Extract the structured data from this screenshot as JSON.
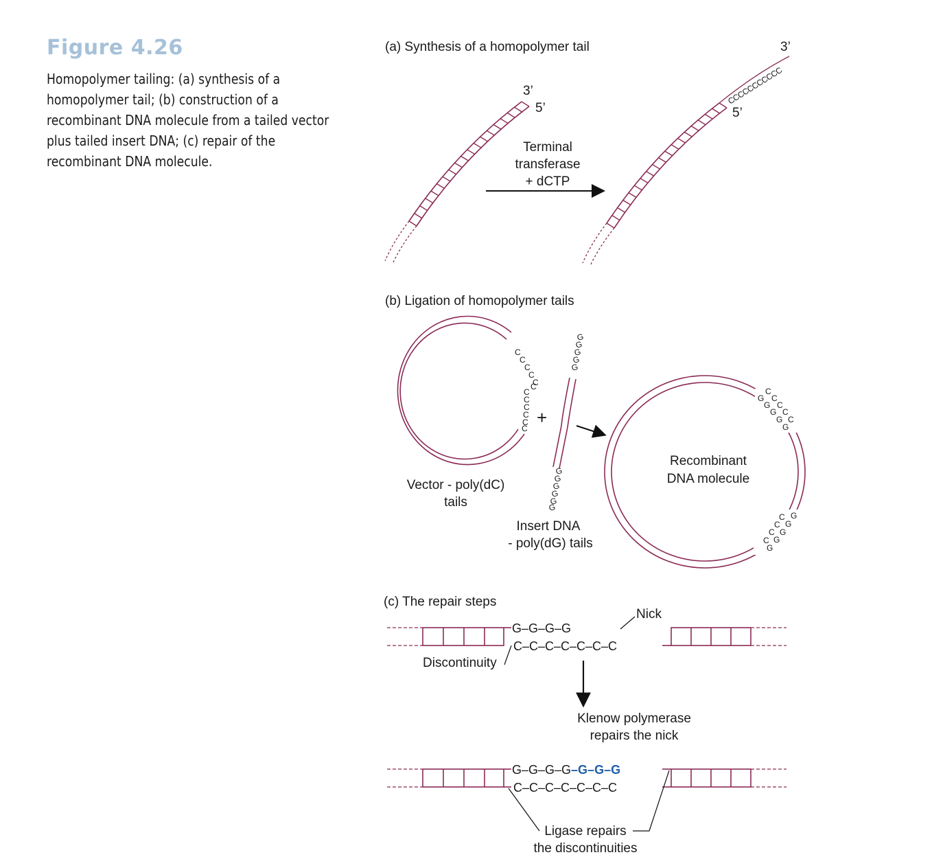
{
  "figure": {
    "title": "Figure 4.26",
    "caption": "Homopolymer tailing: (a) synthesis of a homopolymer tail; (b) construction of a recombinant DNA molecule from a tailed vector plus tailed insert DNA; (c) repair of the recombinant DNA molecule."
  },
  "panel_a": {
    "heading": "(a) Synthesis of a homopolymer tail",
    "left_3prime": "3’",
    "left_5prime": "5’",
    "enzyme_line1": "Terminal",
    "enzyme_line2": "transferase",
    "enzyme_line3": "+ dCTP",
    "right_3prime": "3’",
    "right_5prime": "5’",
    "tail_sequence": "CCCCCCCCCCC"
  },
  "panel_b": {
    "heading": "(b) Ligation of homopolymer tails",
    "vector_label_line1": "Vector - poly(dC)",
    "vector_label_line2": "tails",
    "plus": "+",
    "insert_label_line1": "Insert DNA",
    "insert_label_line2": "- poly(dG) tails",
    "recombinant_line1": "Recombinant",
    "recombinant_line2": "DNA molecule",
    "c_letter": "C",
    "g_letter": "G"
  },
  "panel_c": {
    "heading": "(c) The repair steps",
    "nick_label": "Nick",
    "discontinuity_label": "Discontinuity",
    "klenow_line1": "Klenow polymerase",
    "klenow_line2": "repairs the nick",
    "ligase_line1": "Ligase repairs",
    "ligase_line2": "the discontinuities",
    "top_strand_before": "G–G–G–G",
    "bottom_strand": "C–C–C–C–C–C–C",
    "top_strand_after_old": "G–G–G–G",
    "top_strand_after_new": "–G–G–G"
  },
  "colors": {
    "dna": "#8a2a55",
    "title": "#a6c1d9",
    "new_bases": "#1f5fa8",
    "text": "#1a1a1a"
  }
}
